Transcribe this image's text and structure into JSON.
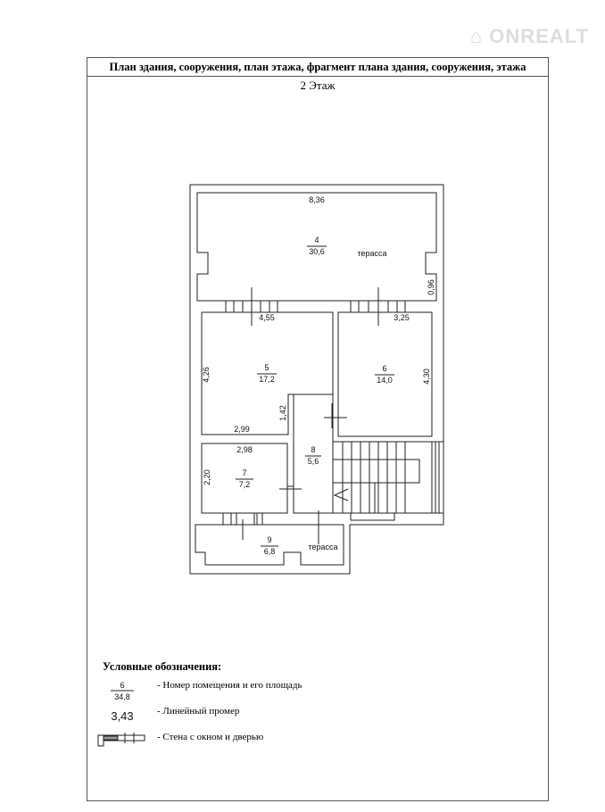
{
  "watermark": "ONREALT",
  "header": {
    "title": "План здания, сооружения, план этажа, фрагмент плана здания, сооружения, этажа",
    "floor": "2 Этаж"
  },
  "rooms": [
    {
      "number": "4",
      "area": "30,6",
      "note": "терасса"
    },
    {
      "number": "5",
      "area": "17,2"
    },
    {
      "number": "6",
      "area": "14,0"
    },
    {
      "number": "7",
      "area": "7,2"
    },
    {
      "number": "8",
      "area": "5,6"
    },
    {
      "number": "9",
      "area": "6,8",
      "note": "терасса"
    }
  ],
  "dimensions": {
    "d836": "8,36",
    "d096": "0,96",
    "d455": "4,55",
    "d325": "3,25",
    "d426": "4,26",
    "d430": "4,30",
    "d142": "1,42",
    "d299": "2,99",
    "d298": "2,98",
    "d220": "2,20"
  },
  "legend": {
    "title": "Условные обозначения:",
    "sample_number": "6",
    "sample_area": "34,8",
    "room_desc": "- Номер помещения и его площадь",
    "sample_dim": "3,43",
    "dim_desc": "- Линейный промер",
    "wall_desc": "- Стена с окном и дверью"
  }
}
